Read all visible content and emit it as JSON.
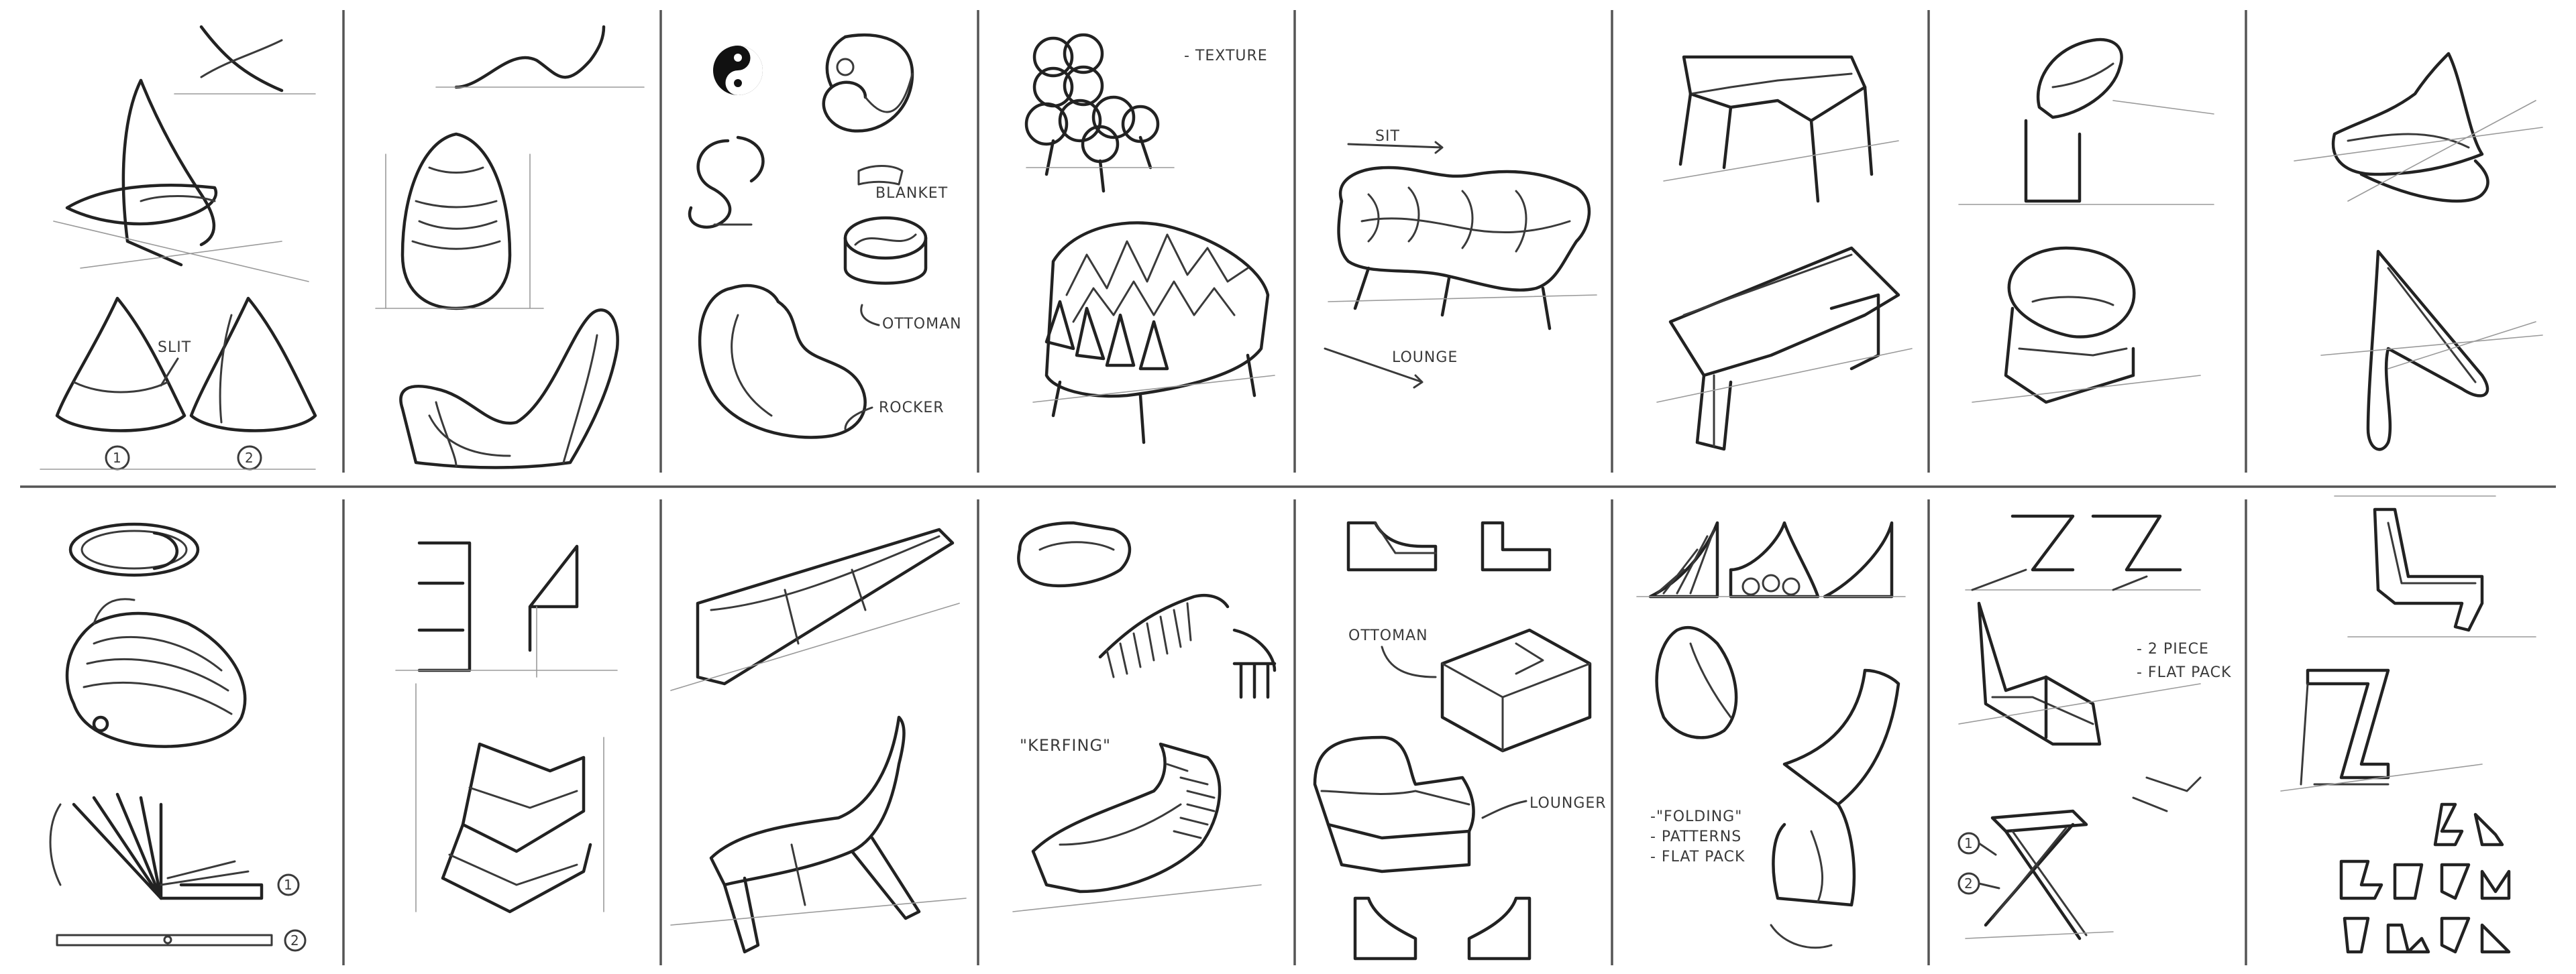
{
  "sheet": {
    "ink_color": "#333333",
    "paper_color": "#ffffff"
  },
  "annotations": {
    "slit": "SLIT",
    "num_1": "1",
    "num_2": "2",
    "blanket": "BLANKET",
    "ottoman_3": "OTTOMAN",
    "rocker": "ROCKER",
    "texture": "- TEXTURE",
    "sit": "SIT",
    "lounge": "LOUNGE",
    "kerfing": "\"KERFING\"",
    "ottoman_12": "OTTOMAN",
    "lounger": "LOUNGER",
    "folding": "-\"FOLDING\"",
    "patterns": "- PATTERNS",
    "flat_pack_14": "- FLAT PACK",
    "two_piece": "- 2 PIECE",
    "flat_pack_15": "- FLAT PACK",
    "num_b1": "1",
    "num_b2": "2",
    "num_c1": "1",
    "num_c2": "2"
  }
}
